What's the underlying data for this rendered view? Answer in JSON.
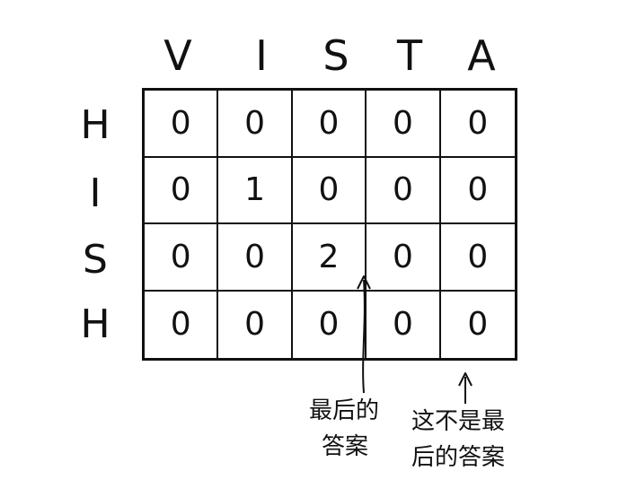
{
  "columns": [
    "V",
    "I",
    "S",
    "T",
    "A"
  ],
  "rows": [
    "H",
    "I",
    "S",
    "H"
  ],
  "cells": [
    [
      "0",
      "0",
      "0",
      "0",
      "0"
    ],
    [
      "0",
      "1",
      "0",
      "0",
      "0"
    ],
    [
      "0",
      "0",
      "2",
      "0",
      "0"
    ],
    [
      "0",
      "0",
      "0",
      "0",
      "0"
    ]
  ],
  "annotations": {
    "final_answer": [
      "最后的",
      "答案"
    ],
    "not_final_answer": [
      "这不是最",
      "后的答案"
    ]
  }
}
